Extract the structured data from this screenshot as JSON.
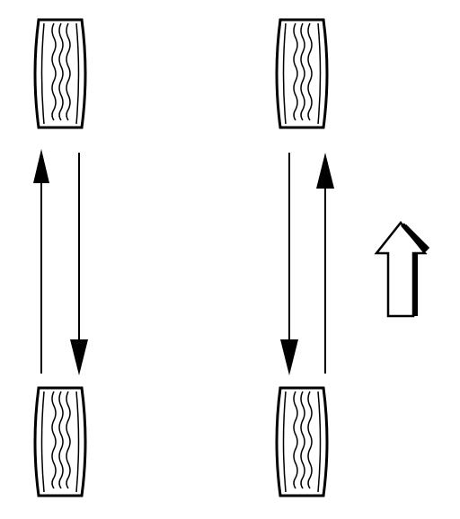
{
  "diagram": {
    "tires": [
      {
        "position": "front-left"
      },
      {
        "position": "front-right"
      },
      {
        "position": "rear-left"
      },
      {
        "position": "rear-right"
      }
    ],
    "rotation_moves": [
      {
        "from": "rear-left",
        "to": "front-left"
      },
      {
        "from": "front-left",
        "to": "rear-left"
      },
      {
        "from": "front-right",
        "to": "rear-right"
      },
      {
        "from": "rear-right",
        "to": "front-right"
      }
    ],
    "direction_indicator": {
      "icon": "forward-arrow-icon",
      "direction": "up"
    },
    "colors": {
      "ink": "#000000",
      "background": "#ffffff"
    }
  }
}
